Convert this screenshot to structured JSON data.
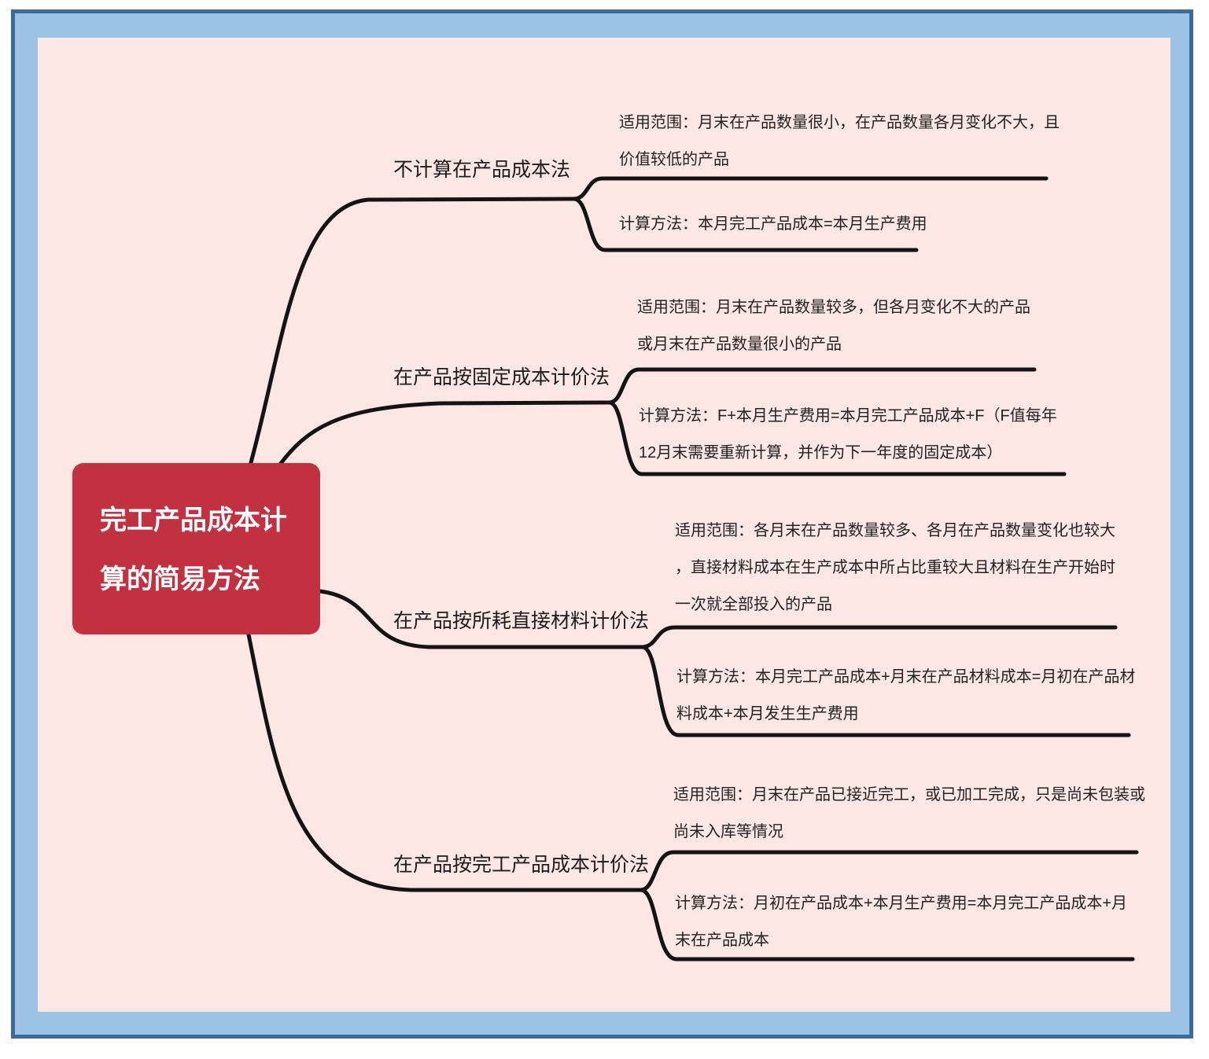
{
  "root": {
    "text": "完工产品成本计算的简易方法",
    "lines": [
      "完工产品成本计",
      "算的简易方法"
    ]
  },
  "branches": [
    {
      "label": "不计算在产品成本法",
      "scope": [
        "适用范围：月末在产品数量很小，在产品数量各月变化不大，且",
        "价值较低的产品"
      ],
      "method": [
        "计算方法：本月完工产品成本=本月生产费用"
      ]
    },
    {
      "label": "在产品按固定成本计价法",
      "scope": [
        "适用范围：月末在产品数量较多，但各月变化不大的产品",
        "或月末在产品数量很小的产品"
      ],
      "method": [
        "计算方法：F+本月生产费用=本月完工产品成本+F（F值每年",
        "12月末需要重新计算，并作为下一年度的固定成本）"
      ]
    },
    {
      "label": "在产品按所耗直接材料计价法",
      "scope": [
        "适用范围：各月末在产品数量较多、各月在产品数量变化也较大",
        "，直接材料成本在生产成本中所占比重较大且材料在生产开始时",
        "一次就全部投入的产品"
      ],
      "method": [
        "计算方法：本月完工产品成本+月末在产品材料成本=月初在产品材",
        "料成本+本月发生生产费用"
      ]
    },
    {
      "label": "在产品按完工产品成本计价法",
      "scope": [
        "适用范围：月末在产品已接近完工，或已加工完成，只是尚未包装或",
        "尚未入库等情况"
      ],
      "method": [
        "计算方法：月初在产品成本+本月生产费用=本月完工产品成本+月",
        "末在产品成本"
      ]
    }
  ],
  "colors": {
    "root_node": "#c23140",
    "canvas_background": "#fce7e5",
    "frame_band": "#9cc2e5",
    "frame_border": "#3d6b99",
    "connector_line": "#141414",
    "root_text": "#ffffff",
    "topic_text": "#1c1c1c"
  }
}
